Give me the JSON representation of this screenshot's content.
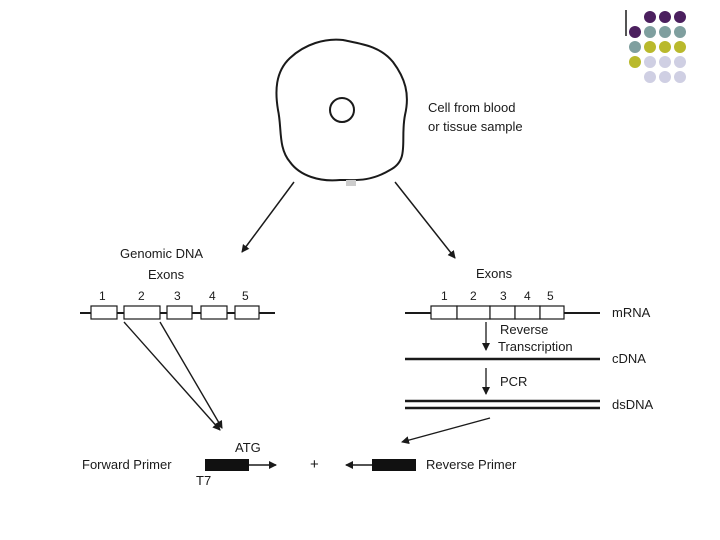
{
  "colors": {
    "dot_purple": "#4b1f5e",
    "dot_teal": "#7f9f9f",
    "dot_olive": "#b9b92c",
    "dot_lavender": "#cfcfe3",
    "ink": "#1a1a1a"
  },
  "decoration": {
    "dot_grid": [
      [
        "purple",
        "purple",
        "purple"
      ],
      [
        "purple",
        "teal",
        "teal",
        "teal"
      ],
      [
        "teal",
        "olive",
        "olive",
        "olive"
      ],
      [
        "olive",
        "lavender",
        "lavender",
        "lavender"
      ],
      [
        "lavender",
        "lavender",
        "lavender"
      ]
    ]
  },
  "cell": {
    "caption_line1": "Cell from blood",
    "caption_line2": "or tissue sample"
  },
  "left_branch": {
    "title": "Genomic DNA",
    "exons_label": "Exons",
    "exon_numbers": [
      "1",
      "2",
      "3",
      "4",
      "5"
    ]
  },
  "right_branch": {
    "exons_label": "Exons",
    "exon_numbers": [
      "1",
      "2",
      "3",
      "4",
      "5"
    ],
    "mrna_label": "mRNA",
    "rt_label_line1": "Reverse",
    "rt_label_line2": "Transcription",
    "cdna_label": "cDNA",
    "pcr_label": "PCR",
    "dsdna_label": "dsDNA"
  },
  "primers": {
    "forward_label": "Forward Primer",
    "atg_label": "ATG",
    "t7_label": "T7",
    "plus_sign": "+",
    "reverse_label": "Reverse Primer"
  }
}
